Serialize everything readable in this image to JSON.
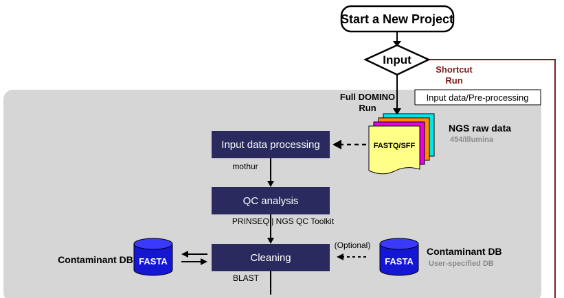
{
  "start_node": {
    "label": "Start a New Project"
  },
  "input_node": {
    "label": "Input"
  },
  "shortcut": {
    "line1": "Shortcut",
    "line2": "Run",
    "color": "#7a1c1c"
  },
  "full_run": {
    "line1": "Full DOMINO",
    "line2": "Run"
  },
  "section_label": "Input data/Pre-processing",
  "raw_data": {
    "file_label": "FASTQ/SFF",
    "title": "NGS raw data",
    "subtitle": "454/Illumina",
    "sheet_colors": [
      "#00e5e5",
      "#ff8c00",
      "#e400e4",
      "#ffff88"
    ]
  },
  "steps": [
    {
      "label": "Input data processing",
      "tools": "mothur"
    },
    {
      "label": "QC analysis",
      "tools": "PRINSEQ | NGS QC Toolkit"
    },
    {
      "label": "Cleaning",
      "tools": "BLAST"
    }
  ],
  "optional_label": "(Optional)",
  "db_left": {
    "cylinder_label": "FASTA",
    "name": "Contaminant DB"
  },
  "db_right": {
    "cylinder_label": "FASTA",
    "name": "Contaminant DB",
    "subtitle": "User-specified DB"
  },
  "colors": {
    "process_box": "#2b2a5e",
    "panel_bg": "#d6d6d6",
    "db_blue": "#1515d6",
    "subtitle_gray": "#8a8a8a"
  }
}
